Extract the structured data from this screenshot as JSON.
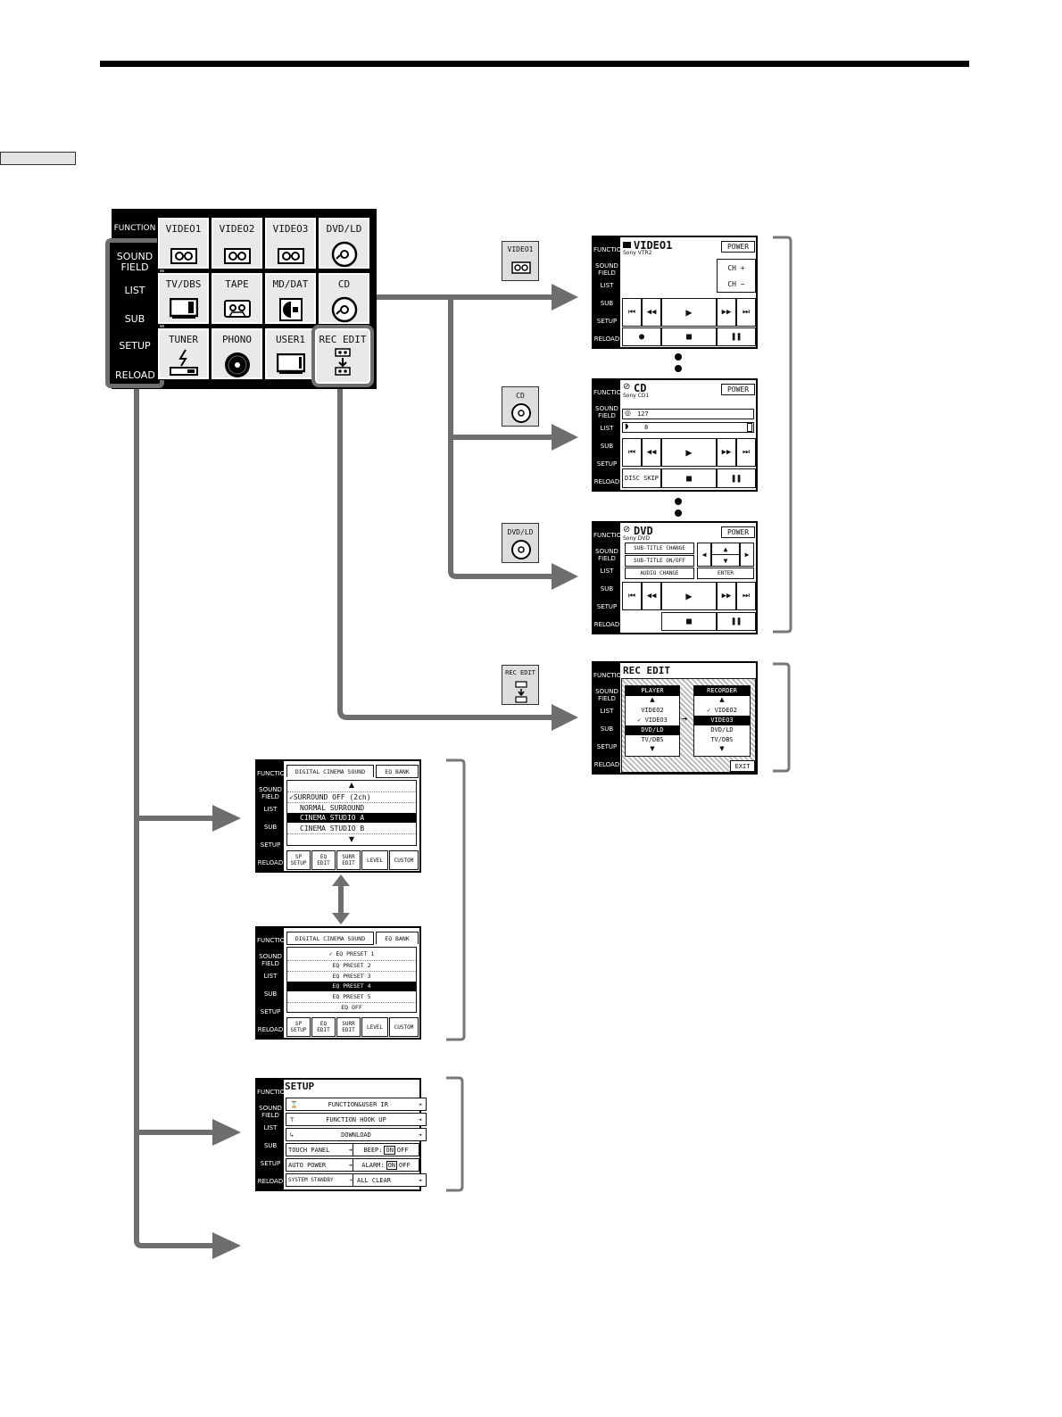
{
  "function_panel": {
    "function_tab": "FUNCTION",
    "side_menu": [
      "SOUND FIELD",
      "LIST",
      "SUB",
      "SETUP",
      "RELOAD"
    ],
    "tiles": [
      {
        "label": "VIDEO1",
        "icon": "cassette-icon"
      },
      {
        "label": "VIDEO2",
        "icon": "cassette-icon"
      },
      {
        "label": "VIDEO3",
        "icon": "cassette-icon"
      },
      {
        "label": "DVD/LD",
        "icon": "disc-icon"
      },
      {
        "label": "TV/DBS",
        "icon": "tv-icon"
      },
      {
        "label": "TAPE",
        "icon": "cassette-icon"
      },
      {
        "label": "MD/DAT",
        "icon": "minidisc-icon"
      },
      {
        "label": "CD",
        "icon": "disc-icon"
      },
      {
        "label": "TUNER",
        "icon": "antenna-icon"
      },
      {
        "label": "PHONO",
        "icon": "record-icon"
      },
      {
        "label": "USER1",
        "icon": "monitor-icon"
      },
      {
        "label": "REC EDIT",
        "icon": "rec-edit-icon"
      }
    ]
  },
  "selector_icons": {
    "video1": "VIDEO1",
    "cd": "CD",
    "dvd": "DVD/LD",
    "rec_edit": "REC EDIT"
  },
  "screen_side": [
    "FUNCTION",
    "SOUND FIELD",
    "LIST",
    "SUB",
    "SETUP",
    "RELOAD"
  ],
  "video1_screen": {
    "title": "VIDEO1",
    "subtitle": "Sony VTR2",
    "power": "POWER",
    "ch_up": "CH +",
    "ch_down": "CH −"
  },
  "cd_screen": {
    "title": "CD",
    "subtitle": "Sony CD1",
    "power": "POWER",
    "disc_count": "127",
    "track": "8",
    "disc_skip": "DISC SKIP"
  },
  "dvd_screen": {
    "title": "DVD",
    "subtitle": "Sony DVD",
    "power": "POWER",
    "subtitle_change": "SUB-TITLE CHANGE",
    "subtitle_onoff": "SUB-TITLE ON/OFF",
    "audio_change": "AUDIO CHANGE",
    "enter": "ENTER"
  },
  "rec_edit_screen": {
    "title": "REC EDIT",
    "player_header": "PLAYER",
    "recorder_header": "RECORDER",
    "player_items": [
      "VIDEO2",
      "VIDEO3",
      "DVD/LD",
      "TV/DBS"
    ],
    "recorder_items": [
      "VIDEO2",
      "VIDEO3",
      "DVD/LD",
      "TV/DBS"
    ],
    "exit": "EXIT"
  },
  "sound_field_screen": {
    "tab_dcs": "DIGITAL CINEMA SOUND",
    "tab_eq": "EQ BANK",
    "items": [
      "SURROUND OFF (2ch)",
      "NORMAL SURROUND",
      "CINEMA STUDIO A",
      "CINEMA STUDIO B"
    ],
    "buttons": [
      "SP SETUP",
      "EQ EDIT",
      "SURR EDIT",
      "LEVEL",
      "CUSTOM"
    ]
  },
  "eq_bank_screen": {
    "tab_dcs": "DIGITAL CINEMA SOUND",
    "tab_eq": "EQ BANK",
    "items": [
      "EQ PRESET 1",
      "EQ PRESET 2",
      "EQ PRESET 3",
      "EQ PRESET 4",
      "EQ PRESET 5",
      "EQ OFF"
    ],
    "buttons": [
      "SP SETUP",
      "EQ EDIT",
      "SURR EDIT",
      "LEVEL",
      "CUSTOM"
    ]
  },
  "setup_screen": {
    "title": "SETUP",
    "function_user_ir": "FUNCTION&USER IR",
    "function_hook_up": "FUNCTION HOOK UP",
    "download": "DOWNLOAD",
    "touch_panel": "TOUCH PANEL",
    "beep": "BEEP:",
    "auto_power": "AUTO POWER",
    "alarm": "ALARM:",
    "on": "ON",
    "off": "OFF",
    "system_standby": "SYSTEM STANDBY",
    "all_clear": "ALL CLEAR"
  },
  "colors": {
    "arrow": "#6e6e6e",
    "lcd": "#000000",
    "tile": "#e9e9e9"
  }
}
